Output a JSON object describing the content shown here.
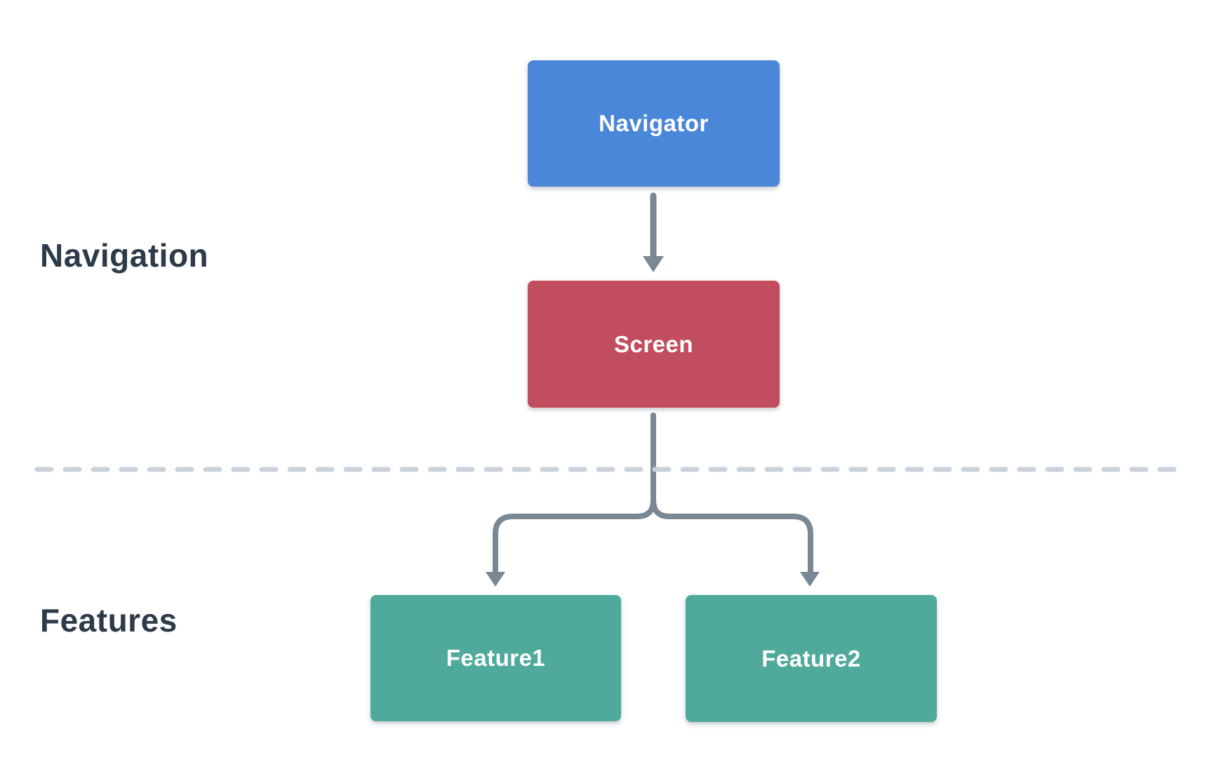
{
  "diagram": {
    "sections": [
      {
        "label": "Navigation"
      },
      {
        "label": "Features"
      }
    ],
    "nodes": [
      {
        "id": "navigator",
        "label": "Navigator",
        "color": "#4A87D8"
      },
      {
        "id": "screen",
        "label": "Screen",
        "color": "#C24D5F"
      },
      {
        "id": "feature1",
        "label": "Feature1",
        "color": "#4FAA9B"
      },
      {
        "id": "feature2",
        "label": "Feature2",
        "color": "#4FAA9B"
      }
    ],
    "edges": [
      {
        "from": "Navigator",
        "to": "Screen"
      },
      {
        "from": "Screen",
        "to": "Feature1"
      },
      {
        "from": "Screen",
        "to": "Feature2"
      }
    ],
    "colors": {
      "connector": "#7A8794",
      "divider": "#C9D2DA",
      "section_label": "#2D3A49",
      "node_text": "#FFFFFF",
      "background": "#FFFFFF"
    }
  }
}
